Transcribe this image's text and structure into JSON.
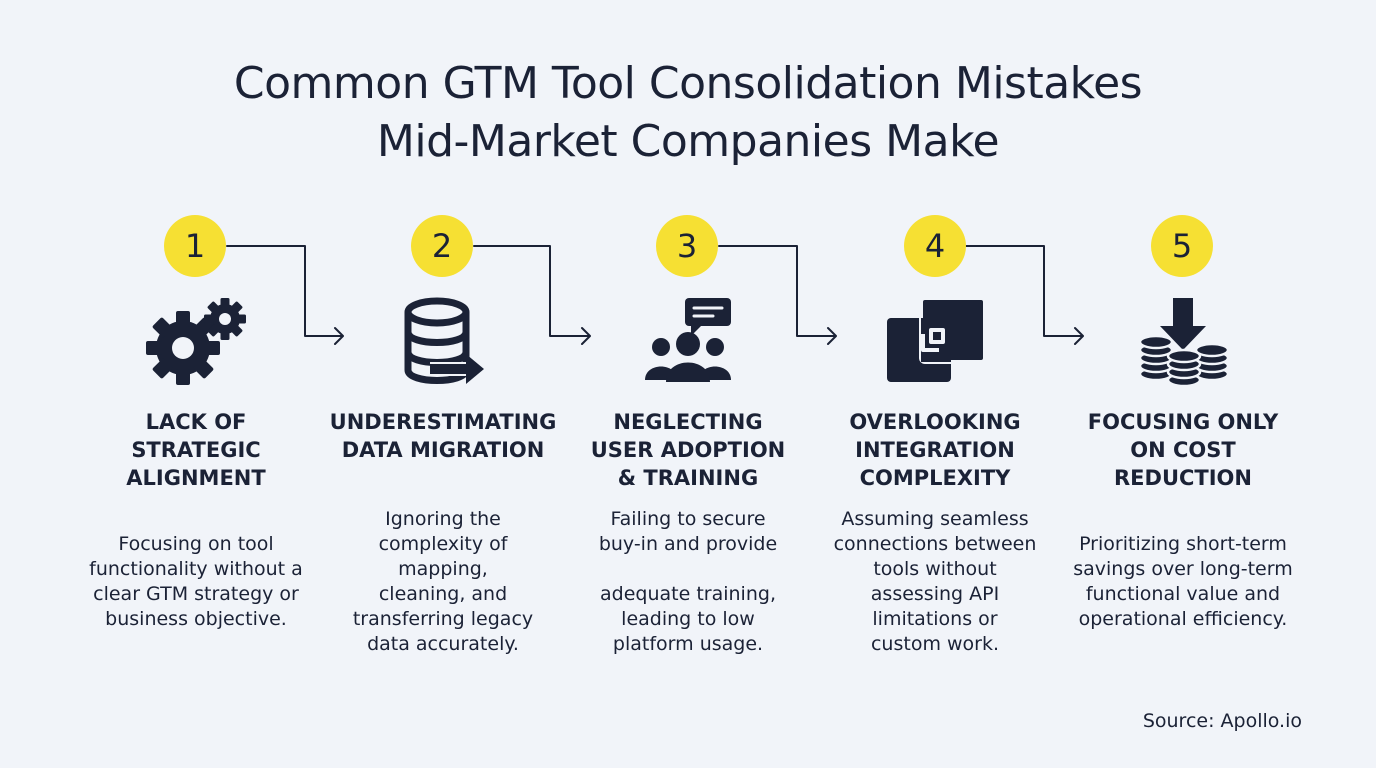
{
  "title_line1": "Common GTM Tool Consolidation Mistakes",
  "title_line2": "Mid-Market Companies Make",
  "steps": [
    {
      "number": "1",
      "icon": "gears-icon",
      "title_lines": [
        "LACK OF",
        "STRATEGIC",
        "ALIGNMENT"
      ],
      "desc_lines": [
        "Focusing on tool",
        "functionality without a",
        "clear GTM strategy or",
        "business objective."
      ]
    },
    {
      "number": "2",
      "icon": "database-transfer-icon",
      "title_lines": [
        "UNDERESTIMATING",
        "DATA MIGRATION"
      ],
      "desc_lines": [
        "Ignoring the",
        "complexity of",
        "mapping,",
        "cleaning, and",
        "transferring legacy",
        "data accurately."
      ]
    },
    {
      "number": "3",
      "icon": "team-chat-icon",
      "title_lines": [
        "NEGLECTING",
        "USER ADOPTION",
        "& TRAINING"
      ],
      "desc_lines": [
        "Failing to secure",
        "buy-in and provide",
        "",
        "adequate training,",
        "leading to low",
        "platform usage."
      ]
    },
    {
      "number": "4",
      "icon": "integration-link-icon",
      "title_lines": [
        "OVERLOOKING",
        "INTEGRATION",
        "COMPLEXITY"
      ],
      "desc_lines": [
        "Assuming seamless",
        "connections between",
        "tools without",
        "assessing API",
        "limitations or",
        "custom work."
      ]
    },
    {
      "number": "5",
      "icon": "coins-down-icon",
      "title_lines": [
        "FOCUSING ONLY",
        "ON COST",
        "REDUCTION"
      ],
      "desc_lines": [
        "Prioritizing short-term",
        "savings over long-term",
        "functional value and",
        "operational efficiency."
      ]
    }
  ],
  "source": "Source: Apollo.io",
  "colors": {
    "accent": "#f6e033",
    "ink": "#1b2236",
    "background": "#f1f4f9"
  }
}
